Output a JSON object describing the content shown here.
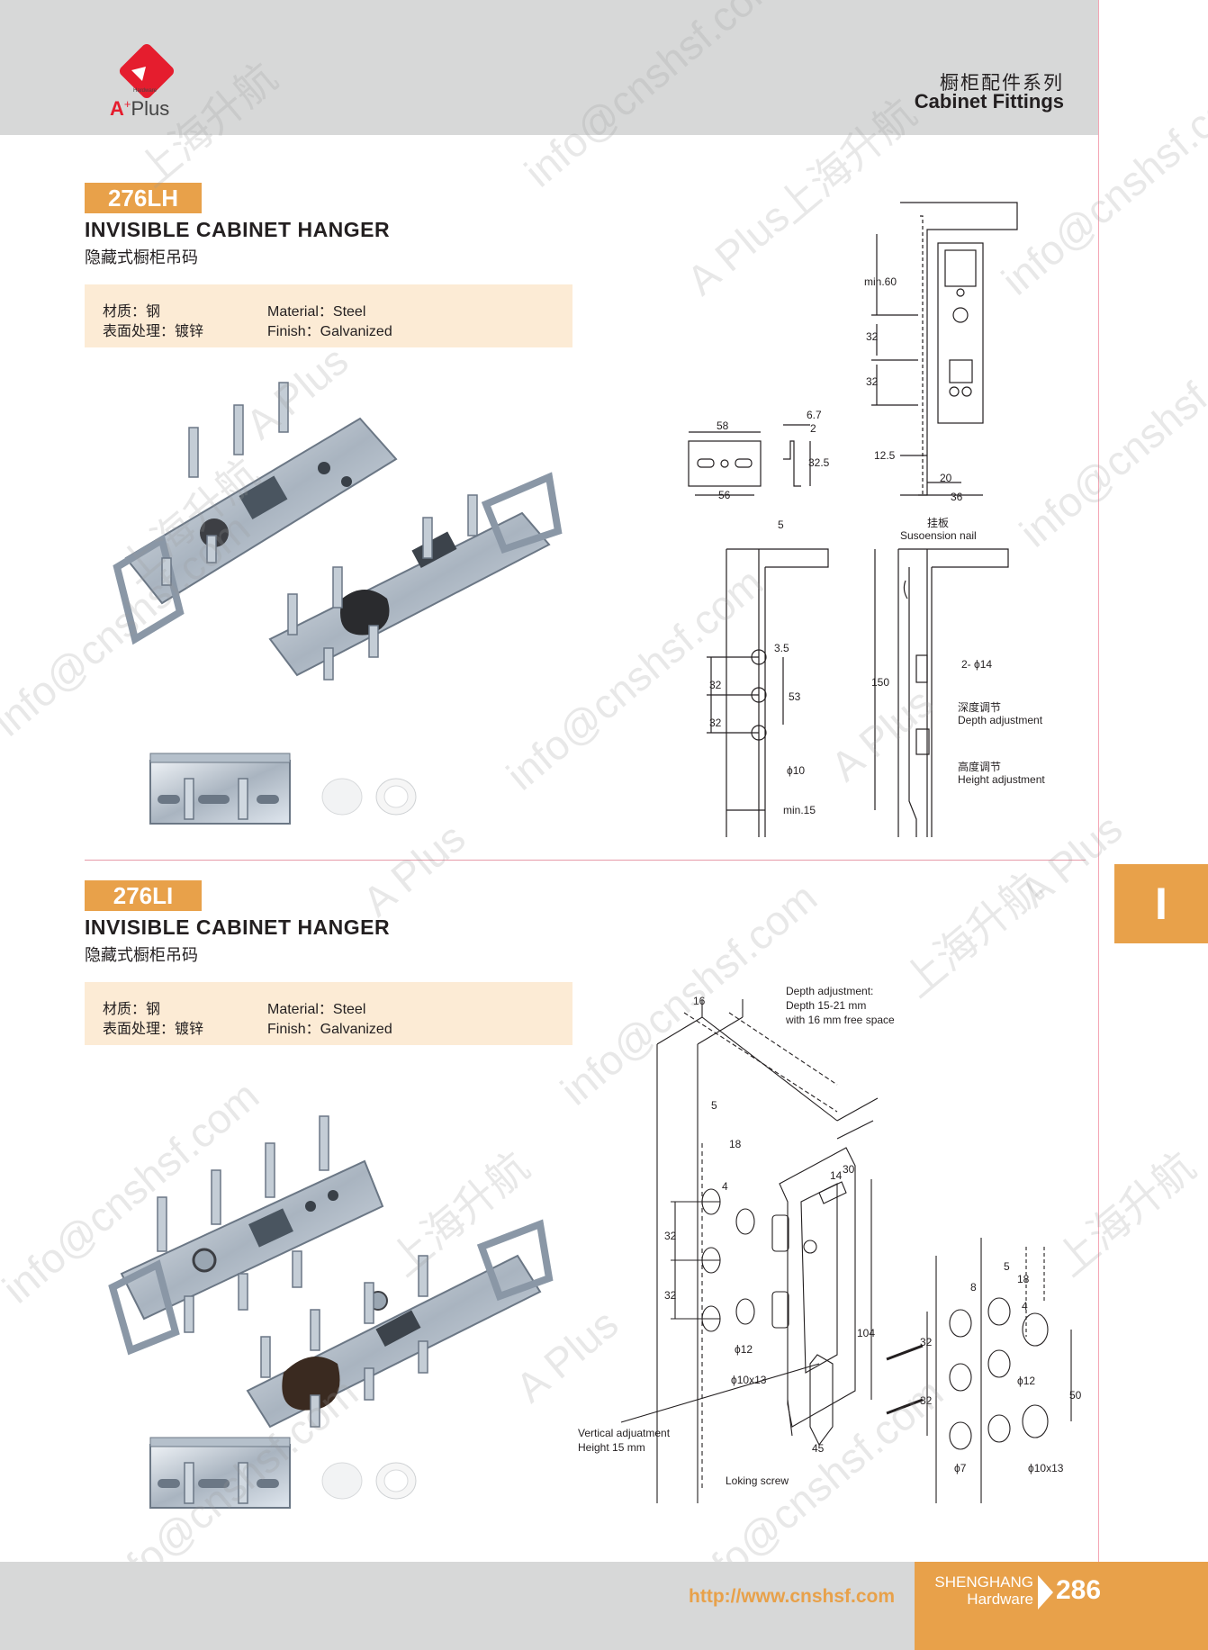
{
  "header": {
    "brand_letter": "A",
    "brand_plus": "+",
    "brand_word": "Plus",
    "brand_small": "Hardware",
    "category_cn": "橱柜配件系列",
    "category_en": "Cabinet Fittings"
  },
  "side_tab": {
    "label": "I"
  },
  "products": [
    {
      "code": "276LH",
      "title_en": "INVISIBLE CABINET HANGER",
      "title_cn": "隐藏式橱柜吊码",
      "material_cn": "材质：钢",
      "finish_cn": "表面处理：镀锌",
      "material_en": "Material：Steel",
      "finish_en": "Finish：Galvanized",
      "drawing_labels": {
        "min60": "min.60",
        "d32a": "32",
        "d32b": "32",
        "d125": "12.5",
        "d20": "20",
        "d36": "36",
        "d58": "58",
        "d56": "56",
        "d67": "6.7",
        "d2": "2",
        "d325": "32.5",
        "d5": "5",
        "d35": "3.5",
        "d53": "53",
        "d32c": "32",
        "d32d": "32",
        "phi10": "ϕ10",
        "min15": "min.15",
        "nail_cn": "挂板",
        "nail_en": "Susoension nail",
        "d150": "150",
        "phi14": "2- ϕ14",
        "depth_cn": "深度调节",
        "depth_en": "Depth adjustment",
        "height_cn": "高度调节",
        "height_en": "Height adjustment"
      }
    },
    {
      "code": "276LI",
      "title_en": "INVISIBLE CABINET HANGER",
      "title_cn": "隐藏式橱柜吊码",
      "material_cn": "材质：钢",
      "finish_cn": "表面处理：镀锌",
      "material_en": "Material：Steel",
      "finish_en": "Finish：Galvanized",
      "drawing_labels": {
        "d16": "16",
        "depth1": "Depth adjustment:",
        "depth2": "Depth 15-21 mm",
        "depth3": "with 16 mm free space",
        "d5": "5",
        "d18": "18",
        "d4": "4",
        "d32a": "32",
        "d32b": "32",
        "phi12": "ϕ12",
        "phi1013": "ϕ10x13",
        "d30": "30",
        "d14": "14",
        "d104": "104",
        "vert1": "Vertical adjuatment",
        "vert2": "Height 15 mm",
        "d45": "45",
        "screw": "Loking screw",
        "r5": "5",
        "r8": "8",
        "r18": "18",
        "r4": "4",
        "r32a": "32",
        "r32b": "32",
        "rphi12": "ϕ12",
        "r50": "50",
        "rphi7": "ϕ7",
        "rphi1013": "ϕ10x13"
      }
    }
  ],
  "watermark": {
    "email": "info@cnshsf.com",
    "cn": "上海升航",
    "brand": "A Plus"
  },
  "footer": {
    "url": "http://www.cnshsf.com",
    "brand_line1": "SHENGHANG",
    "brand_line2": "Hardware",
    "page_number": "286"
  },
  "colors": {
    "accent": "#e8a14a",
    "header_gray": "#d7d8d8",
    "spec_bg": "#fcebd5",
    "logo_red": "#e51d2e",
    "divider": "#e79aa8"
  }
}
